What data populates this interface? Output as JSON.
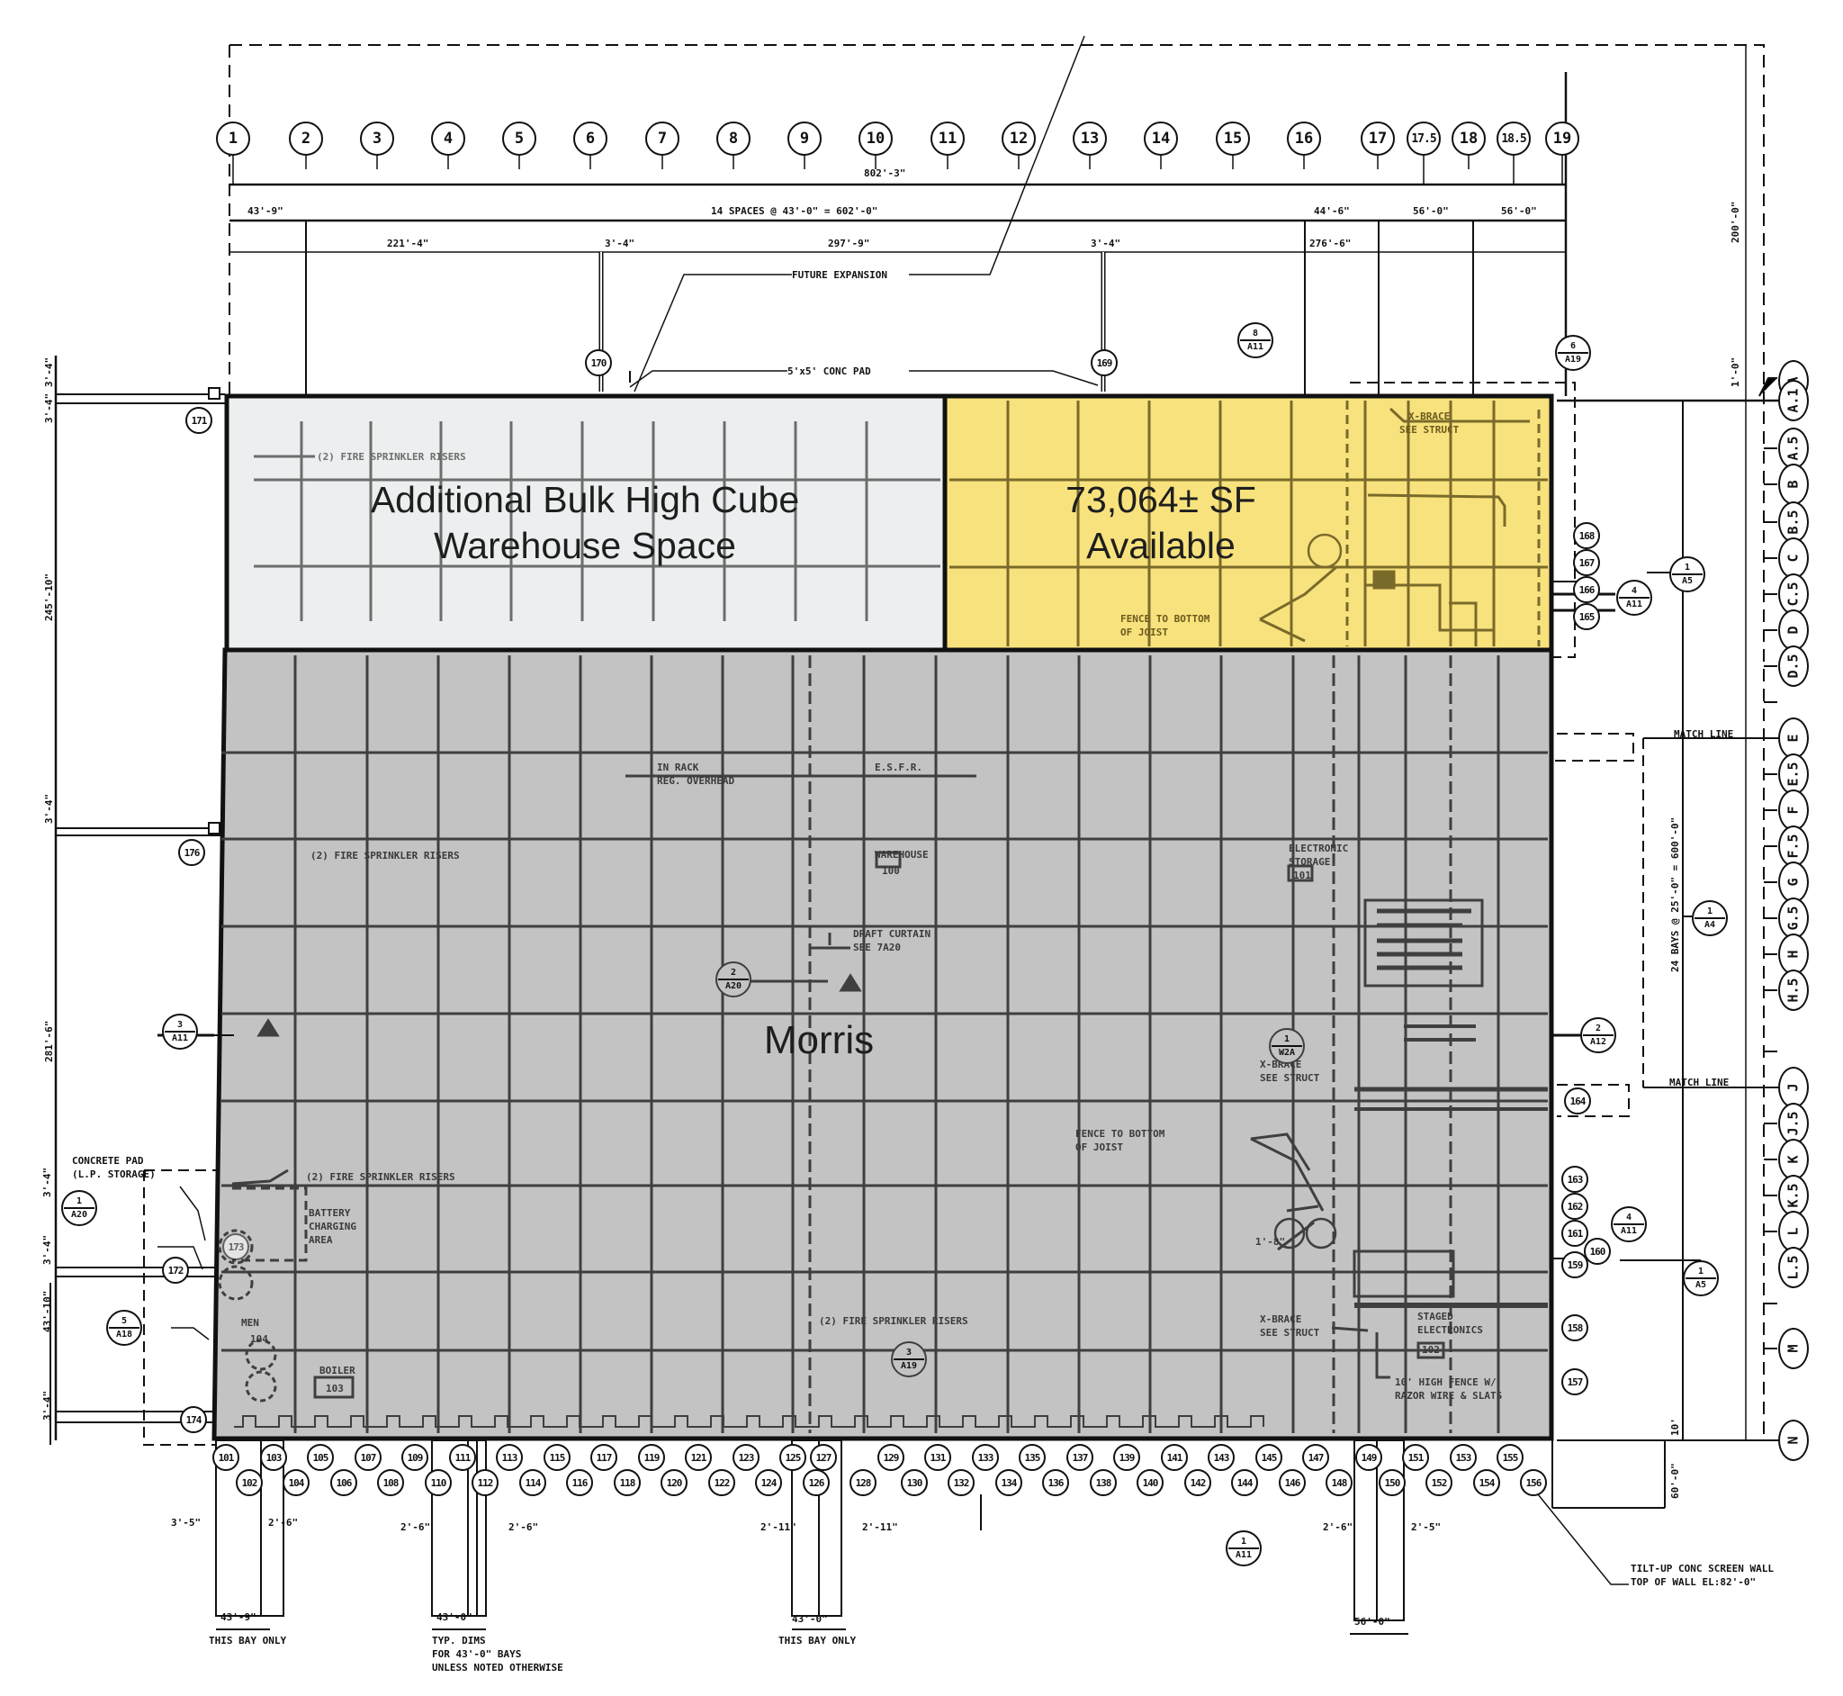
{
  "zones": {
    "bulk": {
      "line1": "Additional Bulk High Cube",
      "line2": "Warehouse Space",
      "fill": "#ecefef"
    },
    "available": {
      "line1": "73,064± SF",
      "line2": "Available",
      "fill": "#f8e27d",
      "linework": "#7a6a2a"
    },
    "morris": {
      "label": "Morris",
      "fill": "#c3c3c3",
      "linework": "#3f3f3f"
    }
  },
  "column_grid": [
    "1",
    "2",
    "3",
    "4",
    "5",
    "6",
    "7",
    "8",
    "9",
    "10",
    "11",
    "12",
    "13",
    "14",
    "15",
    "16",
    "17",
    "17.5",
    "18",
    "18.5",
    "19"
  ],
  "row_grid": [
    "A",
    "A.1",
    "A.5",
    "B",
    "B.5",
    "C",
    "C.5",
    "D",
    "D.5",
    "E",
    "E.5",
    "F",
    "F.5",
    "G",
    "G.5",
    "H",
    "H.5",
    "J",
    "J.5",
    "K",
    "K.5",
    "L",
    "L.5",
    "M",
    "N"
  ],
  "dimensions": {
    "overall_width": "802'-3\"",
    "first_bay": "43'-9\"",
    "spaces": "14 SPACES @ 43'-0\" = 602'-0\"",
    "bay_17": "44'-6\"",
    "bay_175": "56'-0\"",
    "bay_185": "56'-0\"",
    "left_span": "221'-4\"",
    "mid_span": "297'-9\"",
    "right_span": "276'-6\"",
    "pad_left": "3'-4\"",
    "pad_right": "3'-4\"",
    "top_depth": "200'-0\"",
    "top_offset": "1'-0\"",
    "left_top_a": "3'-4\"",
    "left_top_b": "3'-4\"",
    "left_upper": "245'-10\"",
    "left_mid": "3'-4\"",
    "left_lower": "281'-6\"",
    "left_pad_a": "3'-4\"",
    "left_pad_b": "3'-4\"",
    "left_pad_c": "43'-10\"",
    "left_pad_d": "3'-4\"",
    "right_bays": "24 BAYS @ 25'-0\" = 600'-0\"",
    "right_bottom_a": "10'",
    "right_bottom_b": "60'-0\"",
    "dock1_left": "3'-5\"",
    "dock1_right": "2'-6\"",
    "dock1_width": "43'-9\"",
    "dock2_left": "2'-6\"",
    "dock2_right": "2'-6\"",
    "dock2_width": "43'-0\"",
    "dock3_left": "2'-11\"",
    "dock3_right": "2'-11\"",
    "dock3_width": "43'-0\"",
    "dock4_left": "2'-6\"",
    "dock4_right": "2'-5\"",
    "dock4_width": "56'-0\""
  },
  "notes": {
    "future_expansion": "FUTURE EXPANSION",
    "conc_pad": "5'x5' CONC PAD",
    "x_brace_top": "X-BRACE\nSEE STRUCT",
    "fire_risers_top": "(2) FIRE SPRINKLER RISERS",
    "fence_joist_yellow": "FENCE TO BOTTOM\nOF JOIST",
    "match_line": "MATCH LINE",
    "in_rack": "IN RACK\nREG. OVERHEAD",
    "esfr": "E.S.F.R.",
    "warehouse": "WAREHOUSE",
    "warehouse_num": "100",
    "draft_curtain": "DRAFT CURTAIN\nSEE 7A20",
    "fire_risers_mid": "(2) FIRE SPRINKLER RISERS",
    "electronic_storage": "ELECTRONIC\nSTORAGE",
    "electronic_num": "101",
    "x_brace_mid": "X-BRACE\nSEE STRUCT",
    "fence_joist_gray": "FENCE TO BOTTOM\nOF JOIST",
    "concrete_pad": "CONCRETE PAD\n(L.P. STORAGE)",
    "fire_risers_low": "(2) FIRE SPRINKLER RISERS",
    "battery": "BATTERY\nCHARGING\nAREA",
    "men": "MEN",
    "room_104": "104",
    "boiler": "BOILER",
    "room_103": "103",
    "fire_risers_bottom": "(2) FIRE SPRINKLER RISERS",
    "x_brace_low": "X-BRACE\nSEE STRUCT",
    "staged": "STAGED\nELECTRONICS",
    "staged_num": "102",
    "fence_high": "10' HIGH FENCE W/\nRAZOR WIRE & SLATS",
    "one_ft": "1'-8\"",
    "this_bay_1": "THIS BAY ONLY",
    "typ_dims": "TYP. DIMS\nFOR 43'-0\" BAYS\nUNLESS NOTED OTHERWISE",
    "this_bay_2": "THIS BAY ONLY",
    "tilt_up": "TILT-UP CONC SCREEN WALL\nTOP OF WALL EL:82'-0\""
  },
  "door_tags": {
    "top": [
      "170",
      "169"
    ],
    "left": [
      "171",
      "176",
      "172",
      "173",
      "174"
    ],
    "right_upper": [
      "168",
      "167",
      "166",
      "165"
    ],
    "right_mid": [
      "164"
    ],
    "right_lower": [
      "163",
      "162",
      "161",
      "160",
      "159",
      "158",
      "157"
    ],
    "bottom_row1": [
      "101",
      "103",
      "105",
      "107",
      "109",
      "111",
      "113",
      "115",
      "117",
      "119",
      "121",
      "123",
      "125",
      "127",
      "129",
      "131",
      "133",
      "135",
      "137",
      "139",
      "141",
      "143",
      "145",
      "147",
      "149",
      "151",
      "153",
      "155"
    ],
    "bottom_row2": [
      "102",
      "104",
      "106",
      "108",
      "110",
      "112",
      "114",
      "116",
      "118",
      "120",
      "122",
      "124",
      "126",
      "128",
      "130",
      "132",
      "134",
      "136",
      "138",
      "140",
      "142",
      "144",
      "146",
      "148",
      "150",
      "152",
      "154",
      "156"
    ]
  },
  "section_markers": {
    "s8_a11": {
      "top": "8",
      "bottom": "A11"
    },
    "s6_a19": {
      "top": "6",
      "bottom": "A19"
    },
    "s1_a5_top": {
      "top": "1",
      "bottom": "A5"
    },
    "s4_a11_top": {
      "top": "4",
      "bottom": "A11"
    },
    "s1_a4": {
      "top": "1",
      "bottom": "A4"
    },
    "s2_a12": {
      "top": "2",
      "bottom": "A12"
    },
    "s3_a11": {
      "top": "3",
      "bottom": "A11"
    },
    "s2_a20": {
      "top": "2",
      "bottom": "A20"
    },
    "s1_w2a": {
      "top": "1",
      "bottom": "W2A"
    },
    "s1_a20": {
      "top": "1",
      "bottom": "A20"
    },
    "s5_a18": {
      "top": "5",
      "bottom": "A18"
    },
    "s3_a19": {
      "top": "3",
      "bottom": "A19"
    },
    "s4_a11_low": {
      "top": "4",
      "bottom": "A11"
    },
    "s1_a5_low": {
      "top": "1",
      "bottom": "A5"
    },
    "s1_a11_bottom": {
      "top": "1",
      "bottom": "A11"
    }
  }
}
